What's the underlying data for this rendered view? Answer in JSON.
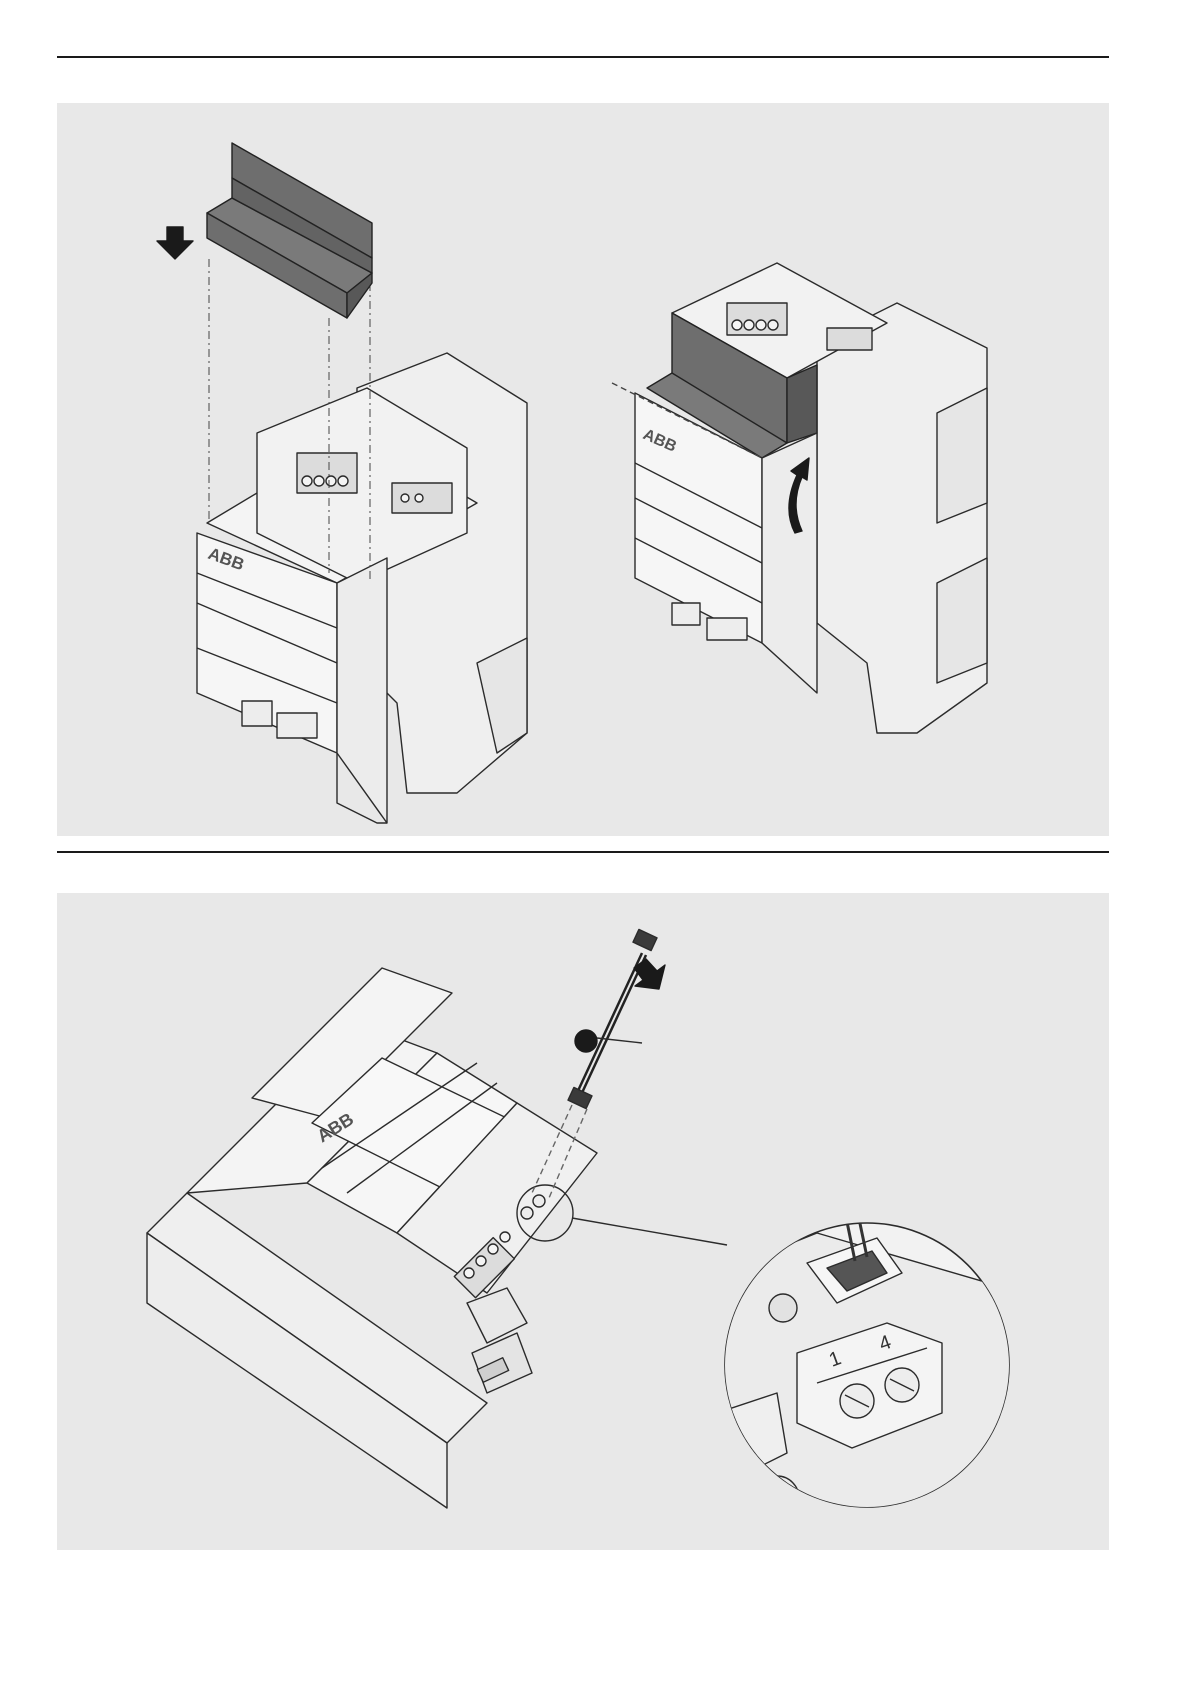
{
  "brand": "ABB",
  "zoom": {
    "terminal_labels": [
      "1",
      "4"
    ],
    "side_label": "4"
  },
  "colors": {
    "panel_bg": "#e8e8e8",
    "cover": "#6e6e6e",
    "line": "#2b2b2b",
    "device_fill": "#f4f4f4"
  },
  "icons": {
    "insert_arrow": "arrow-down-icon",
    "rotate_arrow": "rotate-arrow-icon",
    "cable_arrow": "arrow-diagonal-icon"
  }
}
